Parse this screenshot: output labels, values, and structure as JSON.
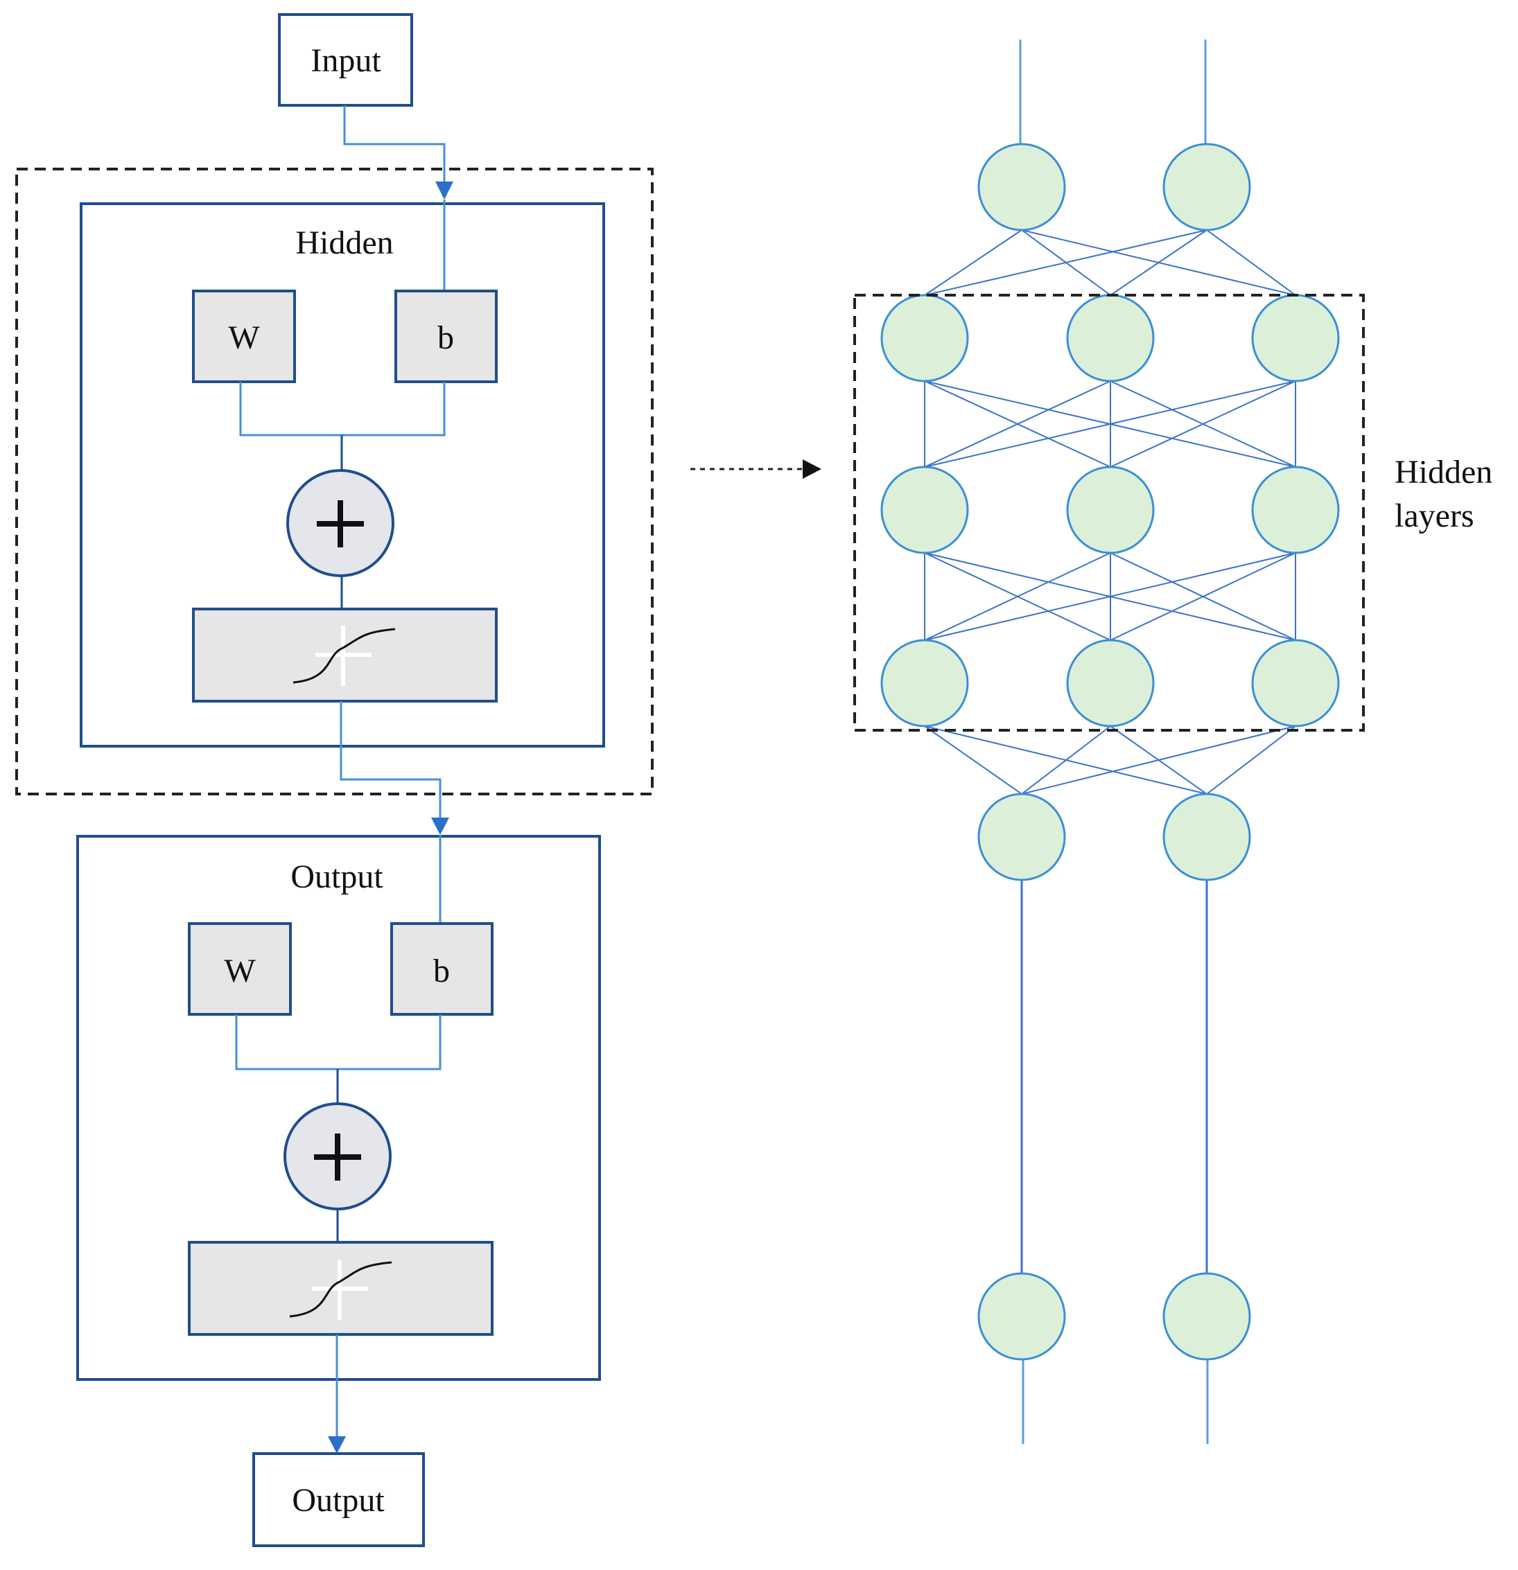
{
  "colors": {
    "box_border": "#1f4e8c",
    "connector": "#4a8fd8",
    "block_fill": "#e6e6e6",
    "neuron_fill": "#dcefd9",
    "neuron_stroke": "#3a8fd6",
    "edge": "#3d72c8",
    "dashed": "#222222",
    "plus_fill": "#e4e6ec",
    "curve": "#111111"
  },
  "labels": {
    "input": "Input",
    "hidden_block": "Hidden",
    "output_block": "Output",
    "output": "Output",
    "weight": "W",
    "bias": "b",
    "hidden_layers_line1": "Hidden",
    "hidden_layers_line2": "layers"
  },
  "network": {
    "layers": [
      2,
      3,
      3,
      3,
      2,
      2
    ]
  }
}
